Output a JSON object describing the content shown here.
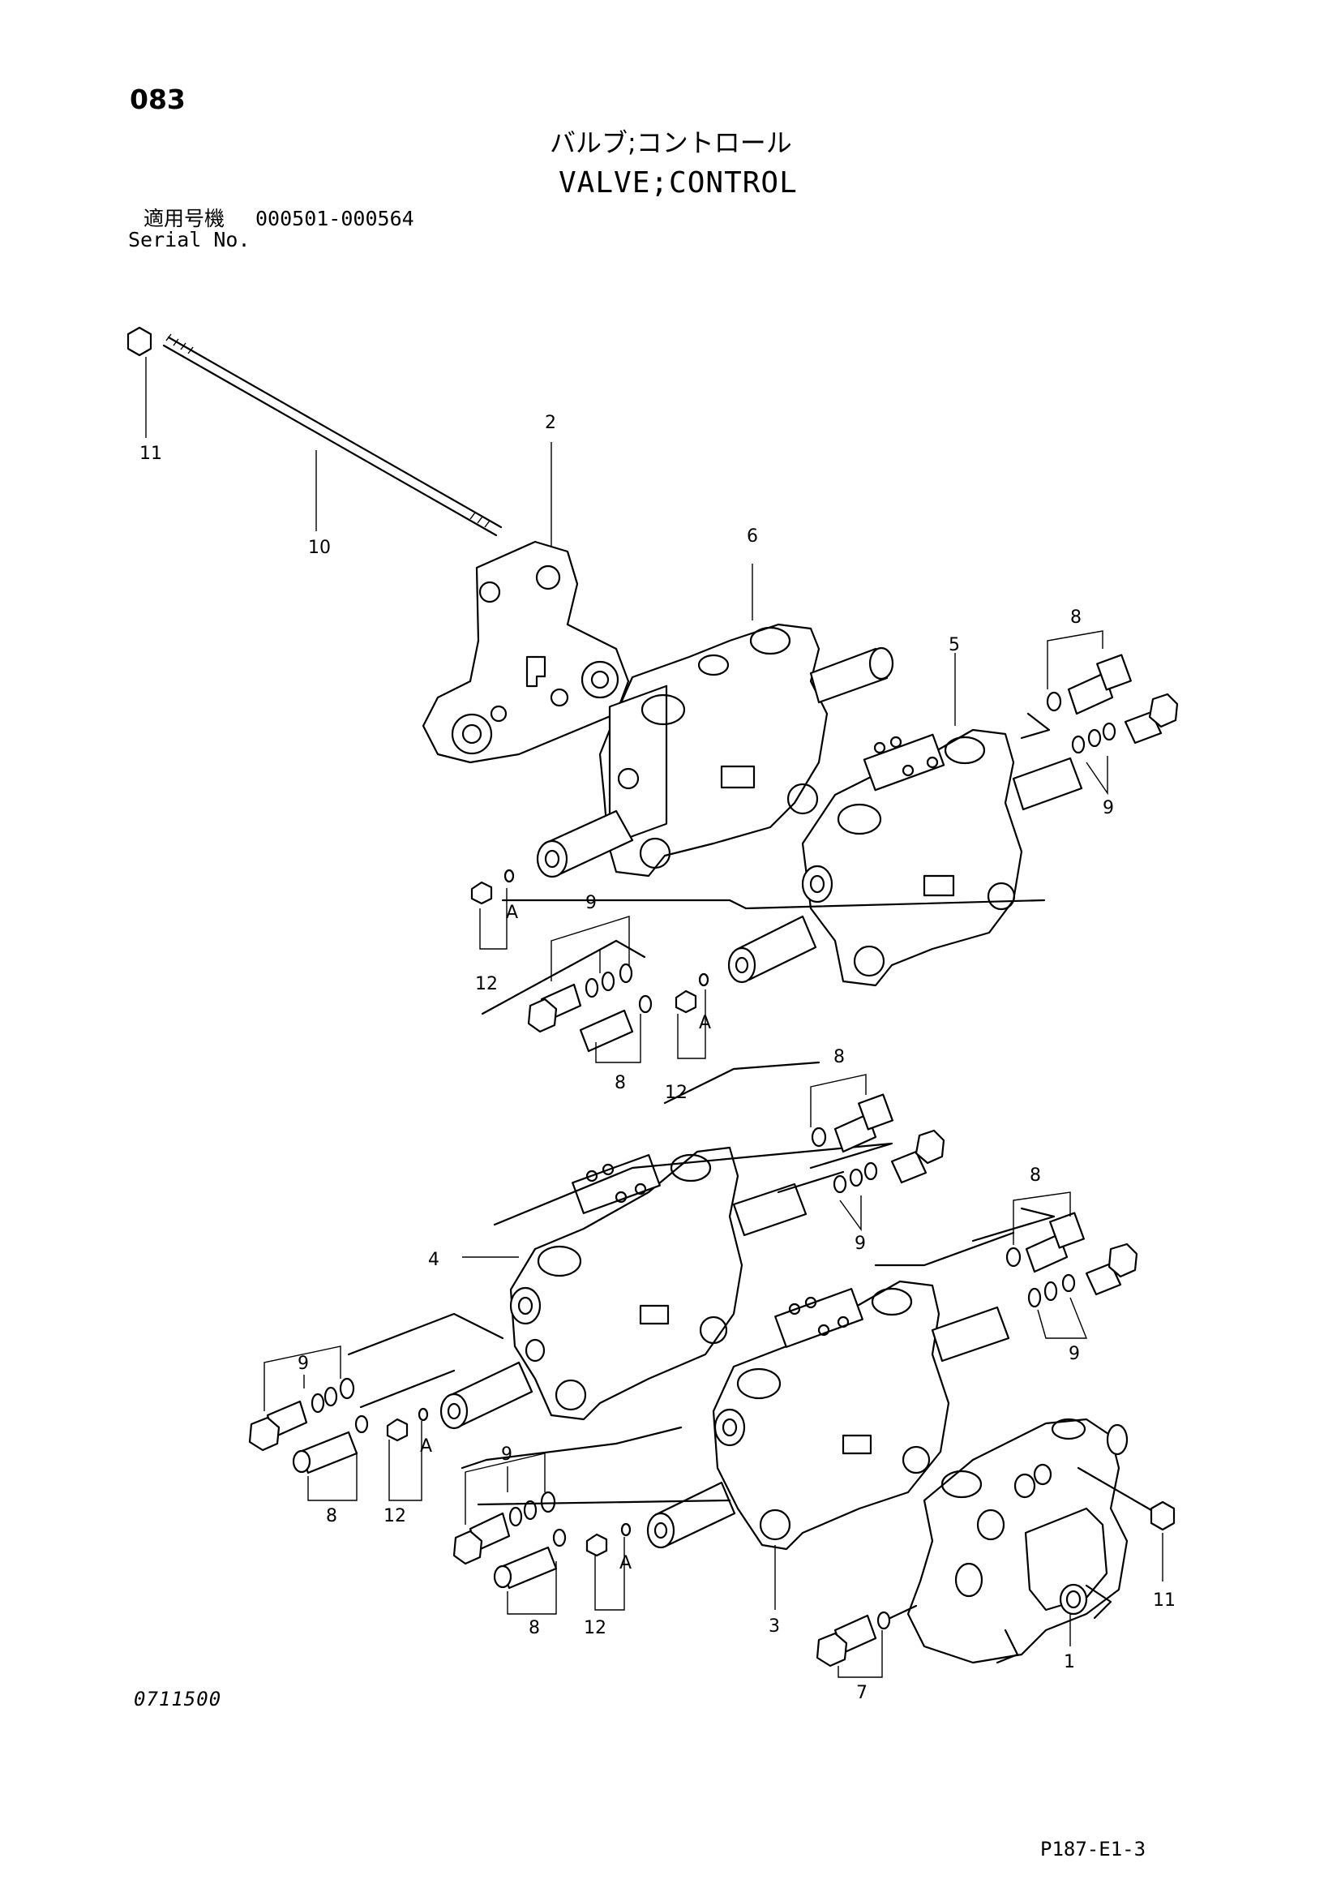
{
  "header": {
    "page_number": "083",
    "title_jp": "バルブ;コントロール",
    "title_en": "VALVE;CONTROL",
    "serial_label_jp": "適用号機",
    "serial_range": "000501-000564",
    "serial_label_en": "Serial No."
  },
  "footer": {
    "drawing_code": "0711500",
    "page_ref": "P187-E1-3"
  },
  "callouts": {
    "c11a": "11",
    "c10": "10",
    "c2": "2",
    "c6": "6",
    "c5": "5",
    "c8a": "8",
    "c9a": "9",
    "c12a": "12",
    "ca1": "A",
    "c9b": "9",
    "c8b": "8",
    "c12b": "12",
    "ca2": "A",
    "c8c": "8",
    "c9c": "9",
    "c8d": "8",
    "c9d": "9",
    "c4": "4",
    "c9e": "9",
    "c8e": "8",
    "c12c": "12",
    "ca3": "A",
    "c9f": "9",
    "c8f": "8",
    "c12d": "12",
    "ca4": "A",
    "c3": "3",
    "c7": "7",
    "c1": "1",
    "c11b": "11"
  }
}
